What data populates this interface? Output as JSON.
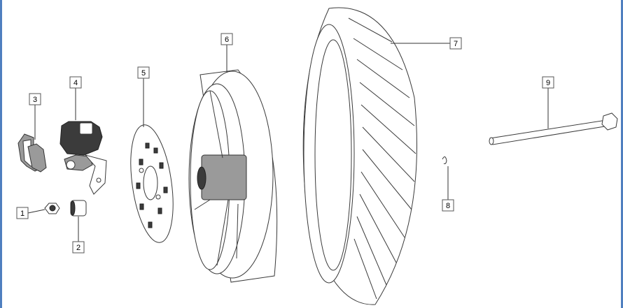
{
  "diagram": {
    "callouts": [
      {
        "id": "1",
        "label": "1"
      },
      {
        "id": "2",
        "label": "2"
      },
      {
        "id": "3",
        "label": "3"
      },
      {
        "id": "4",
        "label": "4"
      },
      {
        "id": "5",
        "label": "5"
      },
      {
        "id": "6",
        "label": "6"
      },
      {
        "id": "7",
        "label": "7"
      },
      {
        "id": "8",
        "label": "8"
      },
      {
        "id": "9",
        "label": "9"
      }
    ],
    "colors": {
      "frame": "#4f7fbf",
      "stroke": "#3a3a3a",
      "dark_part": "#3b3b3b"
    }
  }
}
